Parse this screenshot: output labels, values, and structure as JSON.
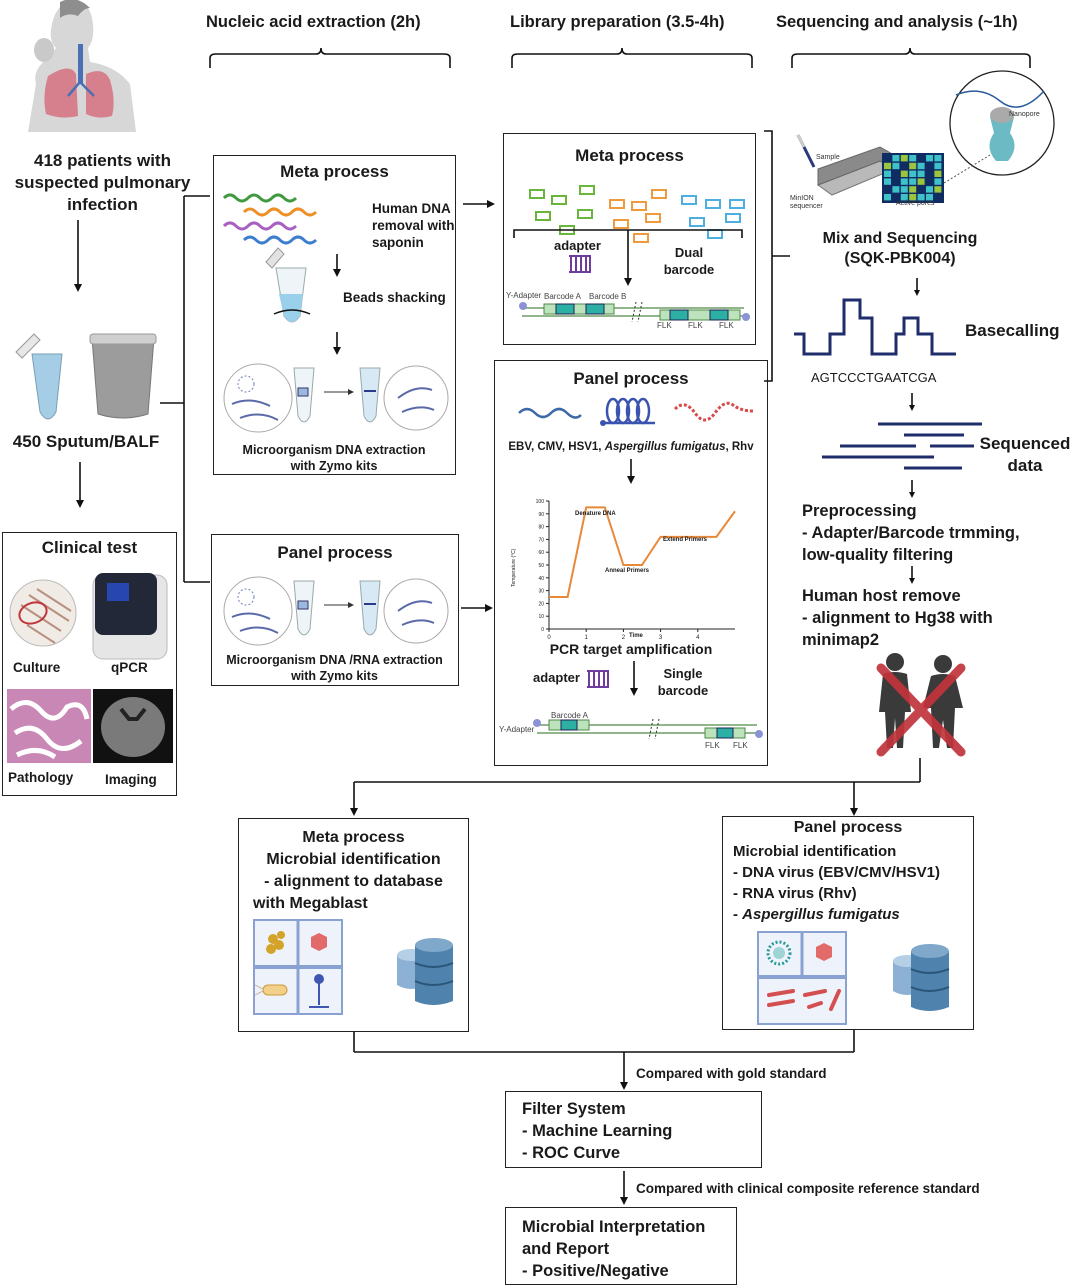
{
  "headers": {
    "extraction": "Nucleic acid extraction (2h)",
    "library": "Library preparation (3.5-4h)",
    "sequencing": "Sequencing and analysis (~1h)"
  },
  "patients": {
    "line1": "418 patients with",
    "line2": "suspected pulmonary",
    "line3": "infection"
  },
  "samples": {
    "label": "450 Sputum/BALF"
  },
  "clinical_test": {
    "title": "Clinical test",
    "items": [
      "Culture",
      "qPCR",
      "Pathology",
      "Imaging"
    ]
  },
  "extraction_meta": {
    "title": "Meta process",
    "step1_l1": "Human DNA",
    "step1_l2": "removal with",
    "step1_l3": "saponin",
    "step2": "Beads shacking",
    "step3_l1": "Microorganism DNA extraction",
    "step3_l2": "with Zymo kits"
  },
  "extraction_panel": {
    "title": "Panel process",
    "step_l1": "Microorganism DNA /RNA extraction",
    "step_l2": "with Zymo kits"
  },
  "library_meta": {
    "title": "Meta process",
    "adapter": "adapter",
    "barcode_l1": "Dual",
    "barcode_l2": "barcode",
    "y_adapter": "Y-Adapter",
    "barcode_a": "Barcode A",
    "barcode_b": "Barcode B",
    "flk": "FLK"
  },
  "library_panel": {
    "title": "Panel process",
    "targets_prefix": "EBV, CMV, HSV1, ",
    "targets_italic": "Aspergillus fumigatus",
    "targets_suffix": ", Rhv",
    "pcr_label": "PCR target amplification",
    "adapter": "adapter",
    "barcode_l1": "Single",
    "barcode_l2": "barcode",
    "y_adapter": "Y-Adapter",
    "barcode_a": "Barcode A",
    "flk": "FLK",
    "pcr_chart": {
      "denature": "Denature DNA",
      "anneal": "Anneal Primers",
      "extend": "Extend Primers",
      "xlabel": "Time",
      "ylabel": "Temperature (°C)"
    }
  },
  "chart_data": {
    "type": "line",
    "title": "",
    "xlabel": "Time",
    "ylabel": "Temperature (°C)",
    "x": [
      0,
      0.5,
      1,
      1.5,
      2,
      2.5,
      3,
      4.5,
      5
    ],
    "y": [
      25,
      25,
      95,
      95,
      50,
      50,
      72,
      72,
      92
    ],
    "xlim": [
      0,
      5
    ],
    "ylim": [
      0,
      100
    ],
    "xticks": [
      0,
      1,
      2,
      3,
      4
    ],
    "yticks": [
      0,
      10,
      20,
      30,
      40,
      50,
      60,
      70,
      80,
      90,
      100
    ],
    "annotations": [
      "Denature DNA",
      "Anneal Primers",
      "Extend Primers"
    ],
    "color": "#e8893a"
  },
  "sequencing": {
    "sample": "Sample",
    "minion_l1": "MinION",
    "minion_l2": "sequencer",
    "active_pores": "Active pores",
    "nanopore": "Nanopore",
    "mix_l1": "Mix and Sequencing",
    "mix_l2": "(SQK-PBK004)",
    "basecalling": "Basecalling",
    "sequence": "AGTCCCTGAATCGA",
    "sequenced_l1": "Sequenced",
    "sequenced_l2": "data",
    "pre_title": "Preprocessing",
    "pre_l1": "- Adapter/Barcode trmming,",
    "pre_l2": "low-quality filtering",
    "host_title": "Human host remove",
    "host_l1": "- alignment to Hg38 with",
    "host_l2": "minimap2"
  },
  "ident_meta": {
    "title": "Meta process",
    "l1": "Microbial identification",
    "l2": "- alignment to database",
    "l3": "with Megablast"
  },
  "ident_panel": {
    "title": "Panel process",
    "l1": "Microbial identification",
    "l2": "- DNA virus (EBV/CMV/HSV1)",
    "l3": "- RNA virus (Rhv)",
    "l4_prefix": "- ",
    "l4_italic": "Aspergillus fumigatus"
  },
  "compare1": "Compared with gold standard",
  "filter": {
    "title": "Filter System",
    "l1": "- Machine Learning",
    "l2": "- ROC Curve"
  },
  "compare2": "Compared with clinical composite reference standard",
  "report": {
    "l1": "Microbial Interpretation",
    "l2": "and Report",
    "l3": "- Positive/Negative"
  },
  "colors": {
    "navy": "#1f2d6b",
    "teal": "#2aa69a",
    "cross_red": "#c1343b",
    "pcr_orange": "#e8893a",
    "db_blue": "#4f83ad"
  }
}
